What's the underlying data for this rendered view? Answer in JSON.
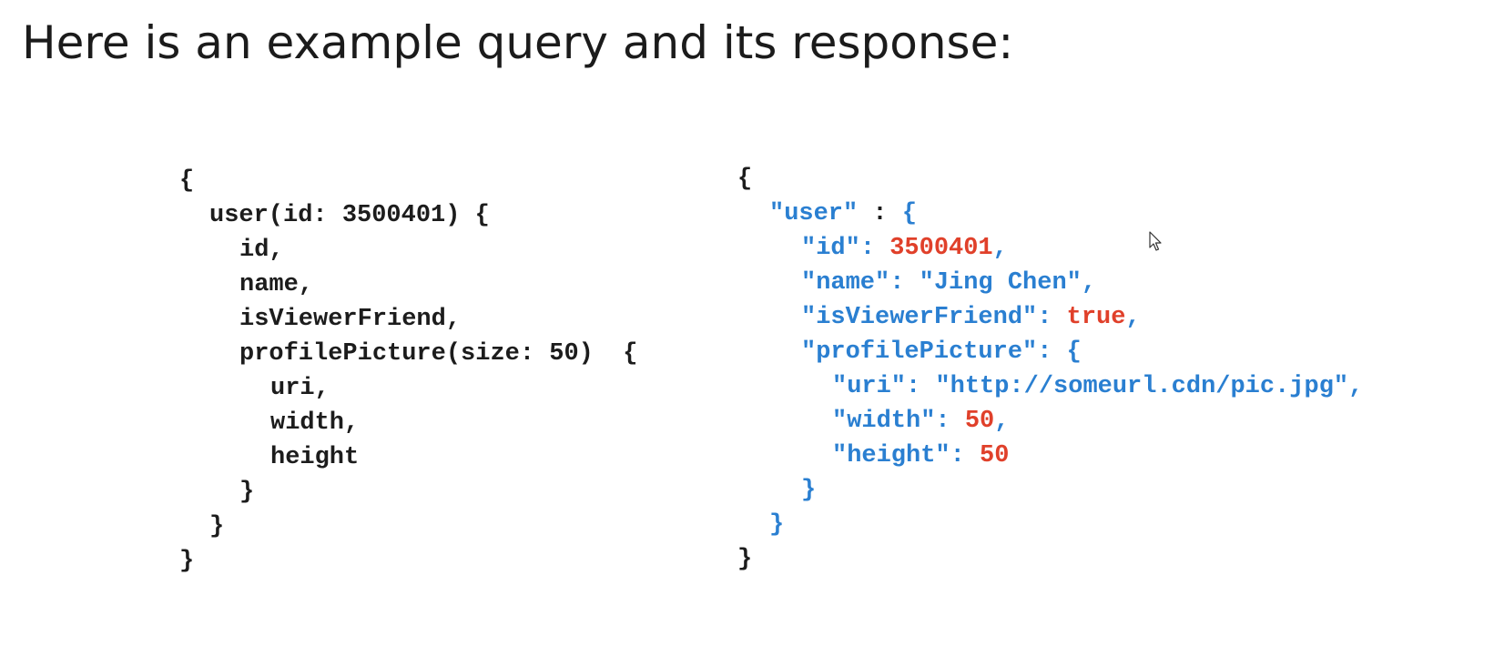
{
  "title": "Here is an example query and its response:",
  "query_lines": [
    "{",
    "user(id: 3500401) {",
    "id,",
    "name,",
    "isViewerFriend,",
    "profilePicture(size: 50)  {",
    "uri,",
    "width,",
    "height",
    "}",
    "}",
    "}"
  ],
  "response": {
    "open_brace": "{",
    "user_key": "\"user\"",
    "user_sep": " : ",
    "user_open": "{",
    "id_key": "\"id\"",
    "id_sep": ": ",
    "id_value": "3500401",
    "id_comma": ",",
    "name_key": "\"name\"",
    "name_sep": ": ",
    "name_value": "\"Jing Chen\"",
    "name_comma": ",",
    "friend_key": "\"isViewerFriend\"",
    "friend_sep": ": ",
    "friend_value": "true",
    "friend_comma": ",",
    "pic_key": "\"profilePicture\"",
    "pic_sep": ": ",
    "pic_open": "{",
    "uri_key": "\"uri\"",
    "uri_sep": ": ",
    "uri_value": "\"http://someurl.cdn/pic.jpg\"",
    "uri_comma": ",",
    "width_key": "\"width\"",
    "width_sep": ": ",
    "width_value": "50",
    "width_comma": ",",
    "height_key": "\"height\"",
    "height_sep": ": ",
    "height_value": "50",
    "pic_close": "}",
    "user_close": "}",
    "close_brace": "}"
  },
  "colors": {
    "key": "#2a7fd1",
    "value": "#e0402a",
    "text": "#1c1c1c"
  },
  "icons": {
    "cursor": "mouse-pointer-icon"
  }
}
